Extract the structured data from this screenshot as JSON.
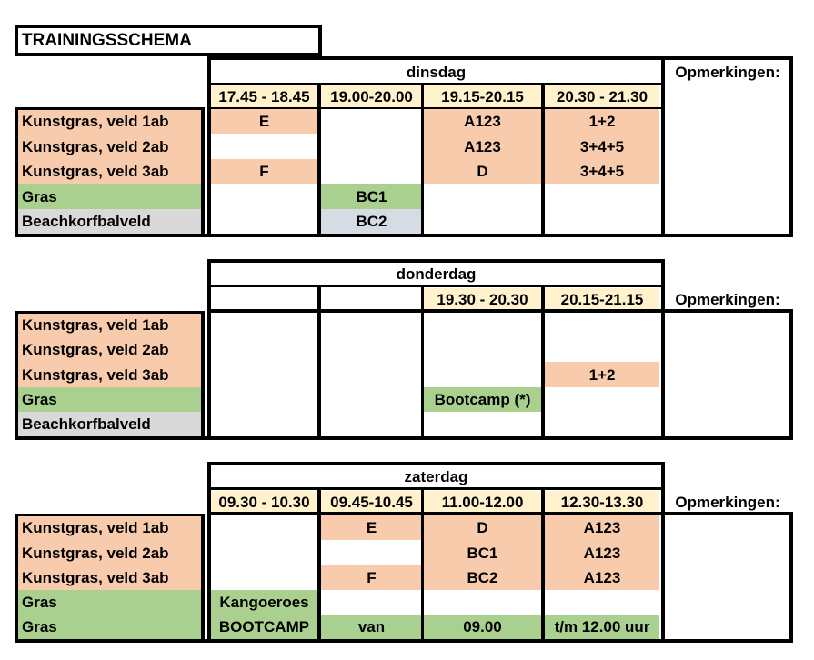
{
  "title": "TRAININGSSCHEMA",
  "remarks_label": "Opmerkingen:",
  "colors": {
    "peach": "#f8cbad",
    "green": "#a9d08e",
    "grey": "#d9d9d9",
    "blue_grey": "#d6dce4",
    "cream": "#fff2cc"
  },
  "row_labels": [
    "Kunstgras, veld 1ab",
    "Kunstgras, veld 2ab",
    "Kunstgras, veld 3ab",
    "Gras",
    "Beachkorfbalveld"
  ],
  "blocks": [
    {
      "day": "dinsdag",
      "times": [
        "17.45 - 18.45",
        "19.00-20.00",
        "19.15-20.15",
        "20.30 - 21.30"
      ],
      "rows": [
        [
          "E",
          "",
          "A123",
          "1+2"
        ],
        [
          "",
          "",
          "A123",
          "3+4+5"
        ],
        [
          "F",
          "",
          "D",
          "3+4+5"
        ],
        [
          "",
          "BC1",
          "",
          ""
        ],
        [
          "",
          "BC2",
          "",
          ""
        ]
      ]
    },
    {
      "day": "donderdag",
      "times": [
        "",
        "",
        "19.30 - 20.30",
        "20.15-21.15"
      ],
      "rows": [
        [
          "",
          "",
          "",
          ""
        ],
        [
          "",
          "",
          "",
          ""
        ],
        [
          "",
          "",
          "",
          "1+2"
        ],
        [
          "",
          "",
          "Bootcamp (*)",
          ""
        ],
        [
          "",
          "",
          "",
          ""
        ]
      ]
    },
    {
      "day": "zaterdag",
      "times": [
        "09.30 - 10.30",
        "09.45-10.45",
        "11.00-12.00",
        "12.30-13.30"
      ],
      "row_labels": [
        "Kunstgras, veld 1ab",
        "Kunstgras, veld 2ab",
        "Kunstgras, veld 3ab",
        "Gras",
        "Gras"
      ],
      "rows": [
        [
          "",
          "E",
          "D",
          "A123"
        ],
        [
          "",
          "",
          "BC1",
          "A123"
        ],
        [
          "",
          "F",
          "BC2",
          "A123"
        ],
        [
          "Kangoeroes",
          "",
          "",
          ""
        ],
        [
          "BOOTCAMP",
          "van",
          "09.00",
          "t/m 12.00 uur"
        ]
      ]
    }
  ]
}
